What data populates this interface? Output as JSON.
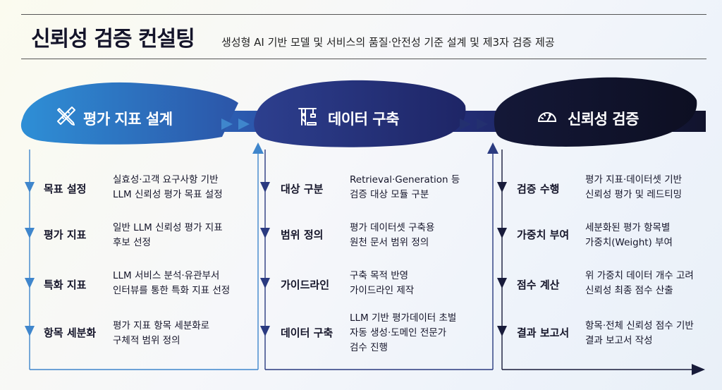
{
  "header": {
    "title": "신뢰성 검증 컨설팅",
    "subtitle": "생성형 AI 기반 모델 및 서비스의 품질·안전성 기준 설계 및 제3자 검증 제공"
  },
  "colors": {
    "stage1": "#2f6fc4",
    "stage2": "#283d86",
    "stage3": "#121530",
    "arrow_blue": "#3f86cc",
    "arrow_navy": "#2a3a80",
    "arrow_dark": "#181b3a"
  },
  "stages": [
    {
      "title": "평가 지표 설계",
      "icon": "ruler-pencil-icon",
      "steps": [
        {
          "label": "목표 설정",
          "desc": "실효성·고객 요구사항 기반\nLLM 신뢰성 평가 목표 설정"
        },
        {
          "label": "평가 지표",
          "desc": "일반 LLM 신뢰성 평가 지표\n후보 선정"
        },
        {
          "label": "특화 지표",
          "desc": "LLM 서비스 분석·유관부서\n인터뷰를 통한 특화 지표 선정"
        },
        {
          "label": "항목 세분화",
          "desc": "평가 지표 항목 세분화로\n구체적 범위 정의"
        }
      ]
    },
    {
      "title": "데이터 구축",
      "icon": "crane-icon",
      "steps": [
        {
          "label": "대상 구분",
          "desc": "Retrieval·Generation 등\n검증 대상 모듈 구분"
        },
        {
          "label": "범위 정의",
          "desc": "평가 데이터셋 구축용\n원천 문서 범위 정의"
        },
        {
          "label": "가이드라인",
          "desc": "구축 목적 반영\n가이드라인 제작"
        },
        {
          "label": "데이터 구축",
          "desc": "LLM 기반 평가데이터 초벌\n자동 생성·도메인 전문가\n검수 진행"
        }
      ]
    },
    {
      "title": "신뢰성 검증",
      "icon": "gauge-icon",
      "steps": [
        {
          "label": "검증 수행",
          "desc": "평가 지표·데이터셋 기반\n신뢰성 평가 및 레드티밍"
        },
        {
          "label": "가중치 부여",
          "desc": "세분화된 평가 항목별\n가중치(Weight) 부여"
        },
        {
          "label": "점수 계산",
          "desc": "위 가중치 데이터 개수 고려\n신뢰성 최종 점수 산출"
        },
        {
          "label": "결과 보고서",
          "desc": "항목·전체 신뢰성 점수 기반\n결과 보고서 작성"
        }
      ]
    }
  ]
}
